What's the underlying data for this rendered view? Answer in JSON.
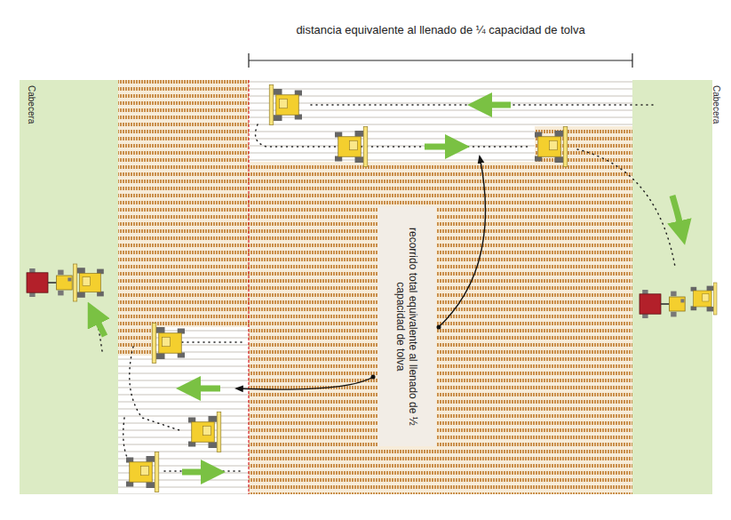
{
  "diagram": {
    "labels": [
      "distancia equivalente al llenado de ¼ capacidad de tolva",
      "Cabecera",
      "Cabecera",
      "recorrido total equivalente al llenado de ½ capacidad de tolva"
    ]
  }
}
